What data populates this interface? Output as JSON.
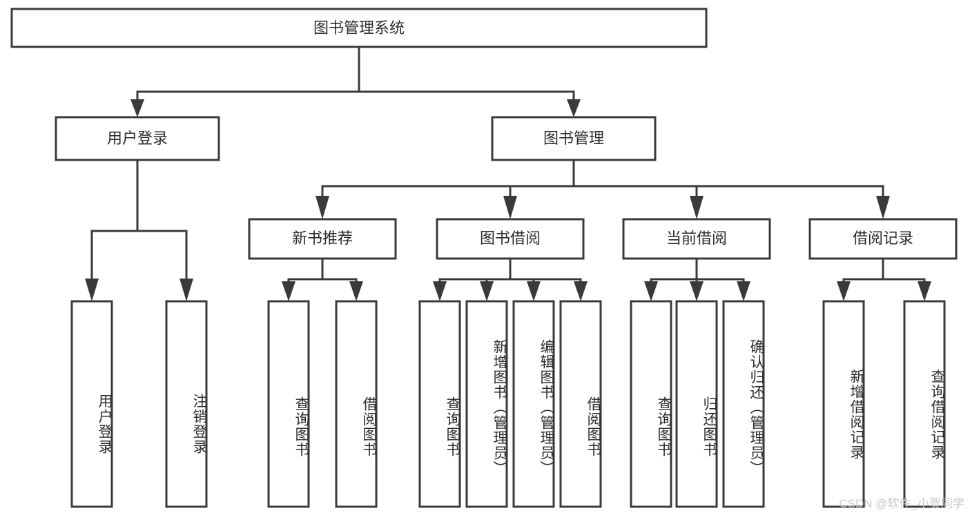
{
  "diagram": {
    "type": "tree-hierarchy",
    "title": "图书管理系统",
    "orientation": "top-down",
    "colors": {
      "box_border": "#3a3a3a",
      "box_fill": "#ffffff",
      "connector": "#3a3a3a",
      "text": "#2b2b2b",
      "background": "#ffffff",
      "watermark": "#c9c9c9"
    },
    "root": {
      "label": "图书管理系统",
      "orientation": "horizontal"
    },
    "level2": [
      {
        "label": "用户登录",
        "orientation": "horizontal"
      },
      {
        "label": "图书管理",
        "orientation": "horizontal"
      }
    ],
    "level3": [
      {
        "label": "新书推荐",
        "orientation": "horizontal"
      },
      {
        "label": "图书借阅",
        "orientation": "horizontal"
      },
      {
        "label": "当前借阅",
        "orientation": "horizontal"
      },
      {
        "label": "借阅记录",
        "orientation": "horizontal"
      }
    ],
    "leaves": {
      "user_login": [
        {
          "label": "用户登录"
        },
        {
          "label": "注销登录"
        }
      ],
      "new_book_recommend": [
        {
          "label": "查询图书"
        },
        {
          "label": "借阅图书"
        }
      ],
      "book_borrow": [
        {
          "label": "查询图书"
        },
        {
          "label": "新增图书（管理员）"
        },
        {
          "label": "编辑图书（管理员）"
        },
        {
          "label": "借阅图书"
        }
      ],
      "current_borrow": [
        {
          "label": "查询图书"
        },
        {
          "label": "归还图书"
        },
        {
          "label": "确认归还（管理员）"
        }
      ],
      "borrow_record": [
        {
          "label": "新增借阅记录"
        },
        {
          "label": "查询借阅记录"
        }
      ]
    },
    "watermark": "CSDN @软件_小贺同学"
  }
}
